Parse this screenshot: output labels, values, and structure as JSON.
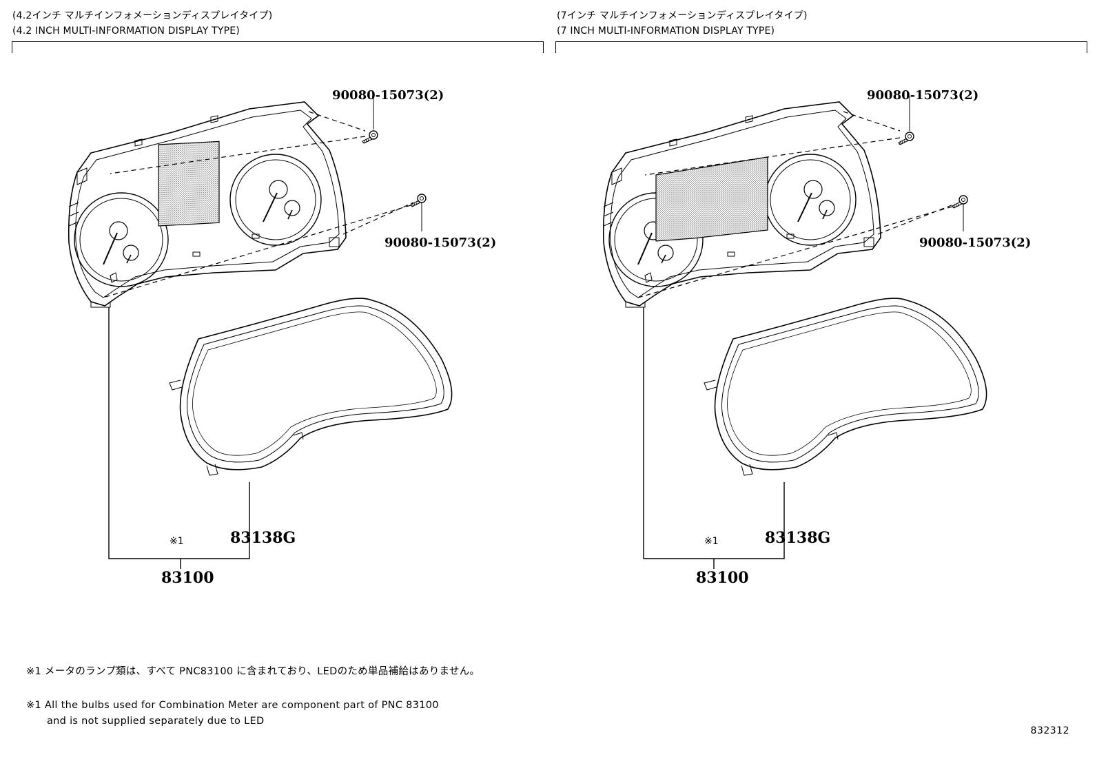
{
  "left_panel": {
    "title_jp": "(4.2インチ マルチインフォメーションディスプレイタイプ)",
    "title_en": "(4.2 INCH MULTI-INFORMATION DISPLAY TYPE)",
    "bolt_upper": "90080-15073(2)",
    "bolt_lower": "90080-15073(2)",
    "ref_mark": "※1",
    "part_assembly": "83100",
    "part_glass": "83138G"
  },
  "right_panel": {
    "title_jp": "(7インチ マルチインフォメーションディスプレイタイプ)",
    "title_en": "(7 INCH MULTI-INFORMATION DISPLAY TYPE)",
    "bolt_upper": "90080-15073(2)",
    "bolt_lower": "90080-15073(2)",
    "ref_mark": "※1",
    "part_assembly": "83100",
    "part_glass": "83138G"
  },
  "notes": {
    "jp": "※1 メータのランプ類は、すべて PNC83100 に含まれており、LEDのため単品補給はありません。",
    "en_line1": "※1 All the bulbs used for Combination Meter are component part of PNC 83100",
    "en_line2": "and is not supplied separately due to LED"
  },
  "diagram_code": "832312"
}
